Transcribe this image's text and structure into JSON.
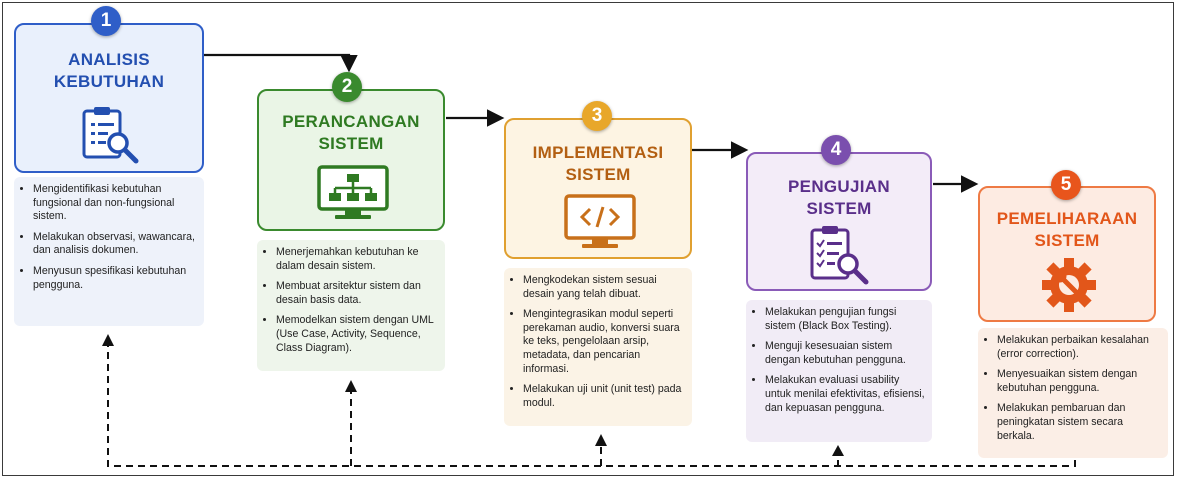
{
  "stages": [
    {
      "number": "1",
      "title_line1": "ANALISIS",
      "title_line2": "KEBUTUHAN",
      "color": "#2f5ec8",
      "icon": "clipboard-search-icon",
      "bullets": [
        "Mengidentifikasi kebutuhan fungsional dan non-fungsional sistem.",
        "Melakukan observasi, wawancara, dan analisis dokumen.",
        "Menyusun spesifikasi kebutuhan pengguna."
      ]
    },
    {
      "number": "2",
      "title_line1": "PERANCANGAN",
      "title_line2": "SISTEM",
      "color": "#3a8a2e",
      "icon": "monitor-hierarchy-icon",
      "bullets": [
        "Menerjemahkan kebutuhan ke dalam desain sistem.",
        "Membuat arsitektur sistem dan desain basis data.",
        "Memodelkan sistem dengan UML (Use Case, Activity, Sequence, Class Diagram)."
      ]
    },
    {
      "number": "3",
      "title_line1": "IMPLEMENTASI",
      "title_line2": "SISTEM",
      "color": "#c8701a",
      "icon": "monitor-code-icon",
      "bullets": [
        "Mengkodekan sistem sesuai desain yang telah dibuat.",
        "Mengintegrasikan modul seperti perekaman audio, konversi suara ke teks, pengelolaan arsip, metadata, dan pencarian informasi.",
        "Melakukan uji unit (unit test) pada modul."
      ]
    },
    {
      "number": "4",
      "title_line1": "PENGUJIAN",
      "title_line2": "SISTEM",
      "color": "#6b3f9a",
      "icon": "checklist-search-icon",
      "bullets": [
        "Melakukan pengujian fungsi sistem (Black Box Testing).",
        "Menguji kesesuaian sistem dengan kebutuhan pengguna.",
        "Melakukan evaluasi usability untuk menilai efektivitas, efisiensi, dan kepuasan pengguna."
      ]
    },
    {
      "number": "5",
      "title_line1": "PEMELIHARAAN",
      "title_line2": "SISTEM",
      "color": "#e25a1c",
      "icon": "gear-wrench-icon",
      "bullets": [
        "Melakukan perbaikan kesalahan (error correction).",
        "Menyesuaikan sistem dengan kebutuhan pengguna.",
        "Melakukan pembaruan dan peningkatan sistem secara berkala."
      ]
    }
  ]
}
